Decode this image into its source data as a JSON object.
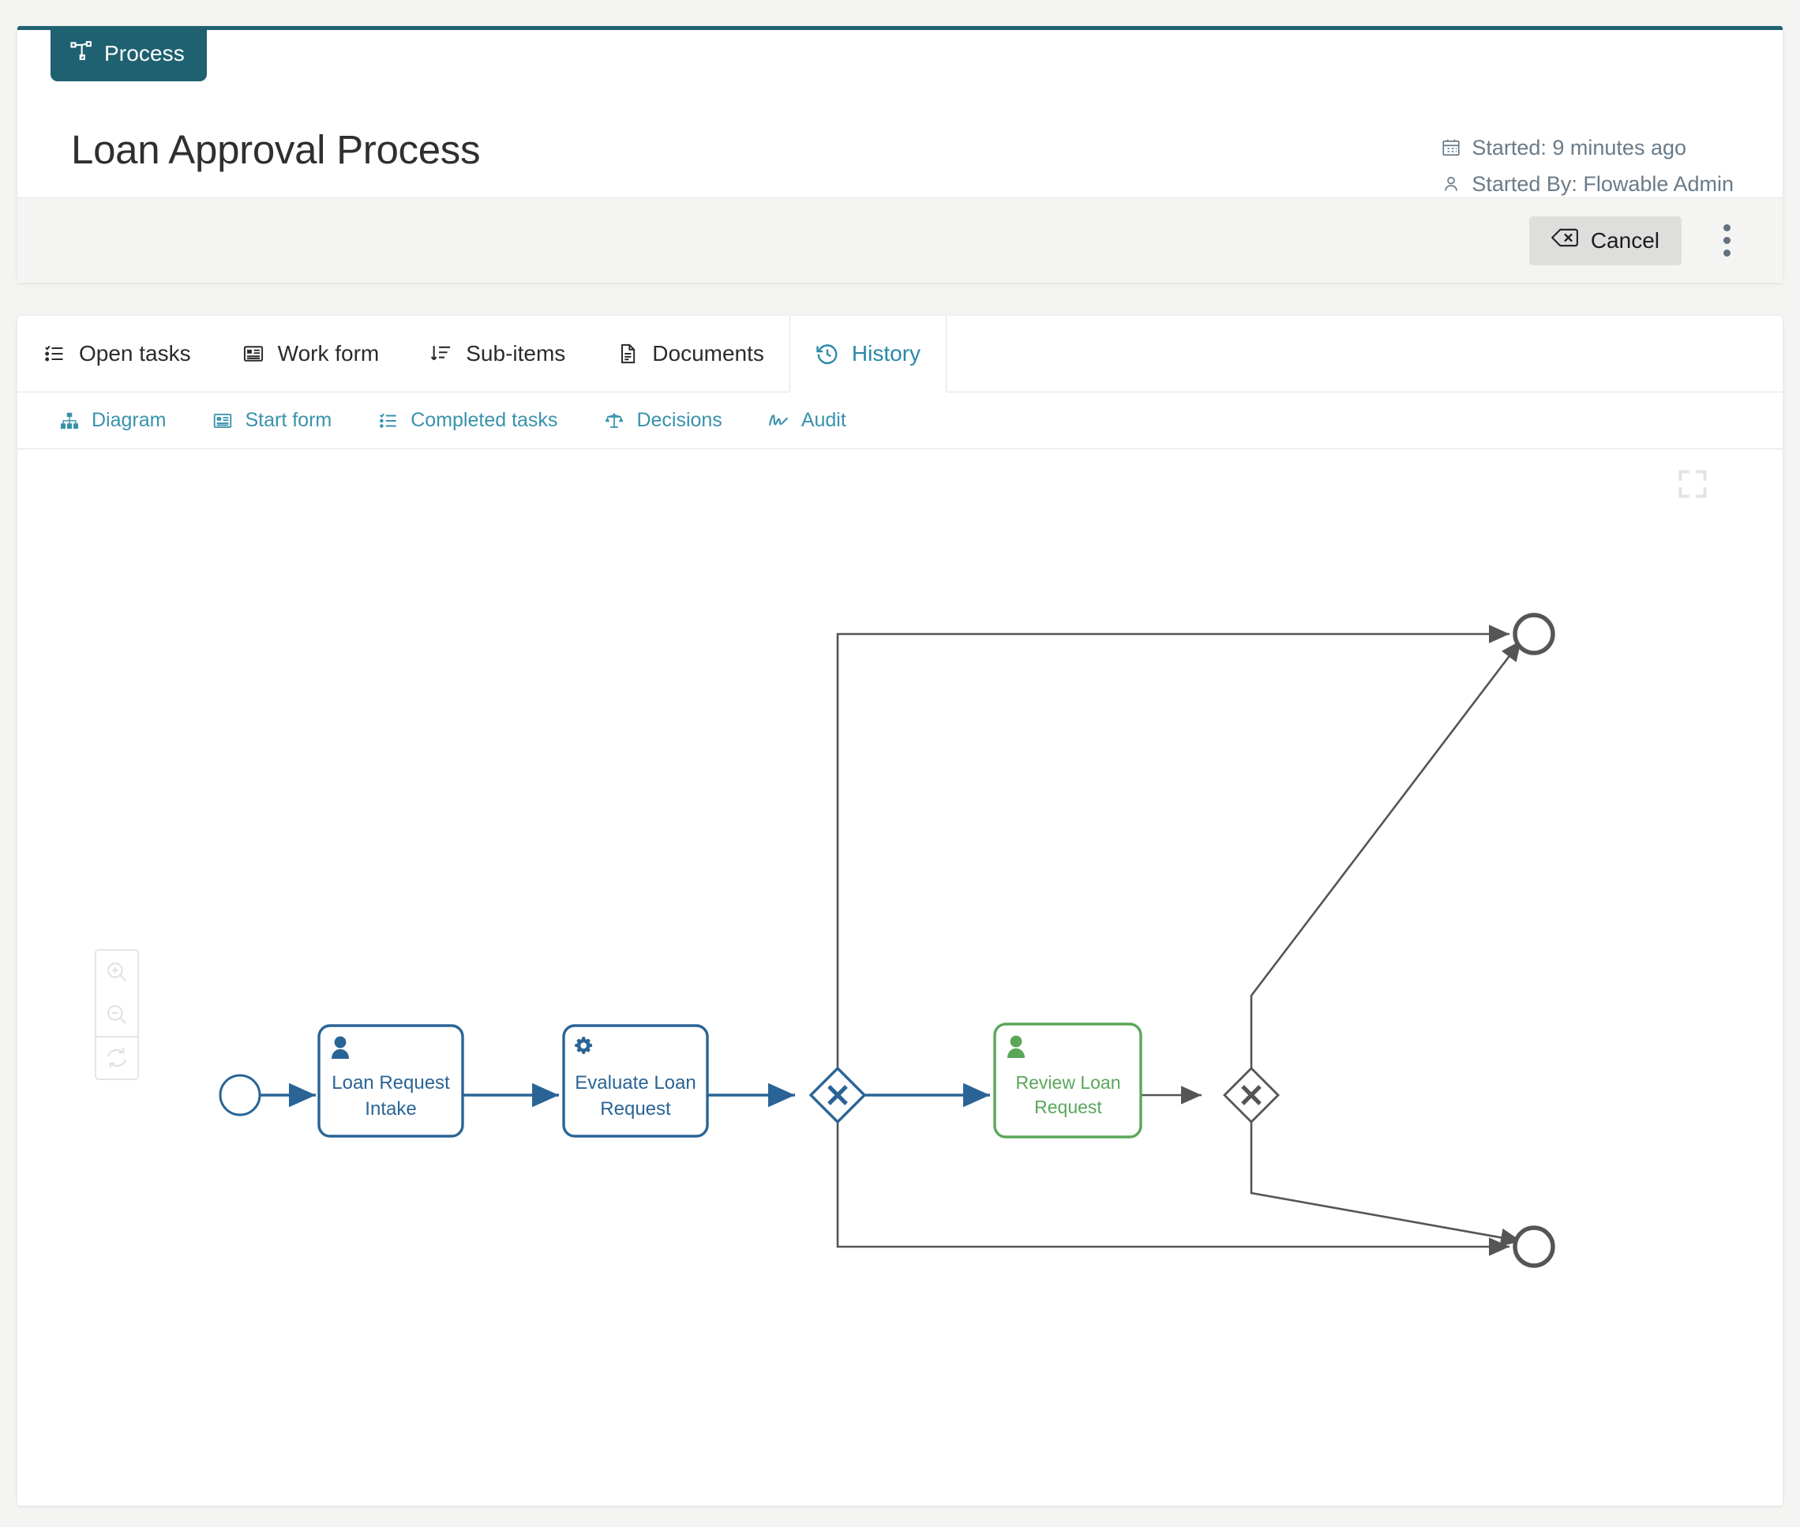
{
  "header": {
    "badge": {
      "label": "Process",
      "icon": "process-flow-icon"
    },
    "title": "Loan Approval Process",
    "meta": [
      {
        "icon": "calendar-icon",
        "text": "Started: 9 minutes ago"
      },
      {
        "icon": "person-icon",
        "text": "Started By: Flowable Admin"
      }
    ],
    "actions": {
      "cancel_label": "Cancel",
      "cancel_icon": "backspace-delete-icon",
      "more_icon": "kebab-menu-icon"
    }
  },
  "tabs": {
    "main": [
      {
        "label": "Open tasks",
        "icon": "task-list-icon",
        "active": false
      },
      {
        "label": "Work form",
        "icon": "form-icon",
        "active": false
      },
      {
        "label": "Sub-items",
        "icon": "sort-list-icon",
        "active": false
      },
      {
        "label": "Documents",
        "icon": "document-icon",
        "active": false
      },
      {
        "label": "History",
        "icon": "history-icon",
        "active": true
      }
    ],
    "sub": [
      {
        "label": "Diagram",
        "icon": "org-chart-icon",
        "active": true
      },
      {
        "label": "Start form",
        "icon": "form-icon",
        "active": false
      },
      {
        "label": "Completed tasks",
        "icon": "task-list-icon",
        "active": false
      },
      {
        "label": "Decisions",
        "icon": "scales-icon",
        "active": false
      },
      {
        "label": "Audit",
        "icon": "signature-icon",
        "active": false
      }
    ]
  },
  "canvas": {
    "zoom_in_icon": "zoom-in-icon",
    "zoom_out_icon": "zoom-out-icon",
    "reset_icon": "refresh-icon",
    "fullscreen_icon": "fullscreen-icon"
  },
  "colors": {
    "brand_teal": "#1f6171",
    "link_blue": "#3992ad",
    "bpmn_completed": "#2a6496",
    "bpmn_active": "#5aa75a",
    "bpmn_pending": "#555555"
  },
  "diagram": {
    "type": "bpmn",
    "nodes": [
      {
        "id": "start",
        "kind": "start-event",
        "label": "",
        "state": "completed"
      },
      {
        "id": "intake",
        "kind": "user-task",
        "label": "Loan Request Intake",
        "state": "completed",
        "icon": "user-icon"
      },
      {
        "id": "evaluate",
        "kind": "service-task",
        "label": "Evaluate Loan Request",
        "state": "completed",
        "icon": "gear-icon"
      },
      {
        "id": "gw1",
        "kind": "exclusive-gateway",
        "label": "",
        "state": "completed"
      },
      {
        "id": "review",
        "kind": "user-task",
        "label": "Review Loan Request",
        "state": "active",
        "icon": "user-icon"
      },
      {
        "id": "gw2",
        "kind": "exclusive-gateway",
        "label": "",
        "state": "pending"
      },
      {
        "id": "end-top",
        "kind": "end-event",
        "label": "",
        "state": "pending"
      },
      {
        "id": "end-bottom",
        "kind": "end-event",
        "label": "",
        "state": "pending"
      }
    ],
    "flows": [
      {
        "from": "start",
        "to": "intake",
        "state": "completed"
      },
      {
        "from": "intake",
        "to": "evaluate",
        "state": "completed"
      },
      {
        "from": "evaluate",
        "to": "gw1",
        "state": "completed"
      },
      {
        "from": "gw1",
        "to": "review",
        "state": "completed"
      },
      {
        "from": "gw1",
        "to": "end-top",
        "state": "pending"
      },
      {
        "from": "gw1",
        "to": "end-bottom",
        "state": "pending"
      },
      {
        "from": "review",
        "to": "gw2",
        "state": "pending"
      },
      {
        "from": "gw2",
        "to": "end-top",
        "state": "pending"
      },
      {
        "from": "gw2",
        "to": "end-bottom",
        "state": "pending"
      }
    ]
  }
}
